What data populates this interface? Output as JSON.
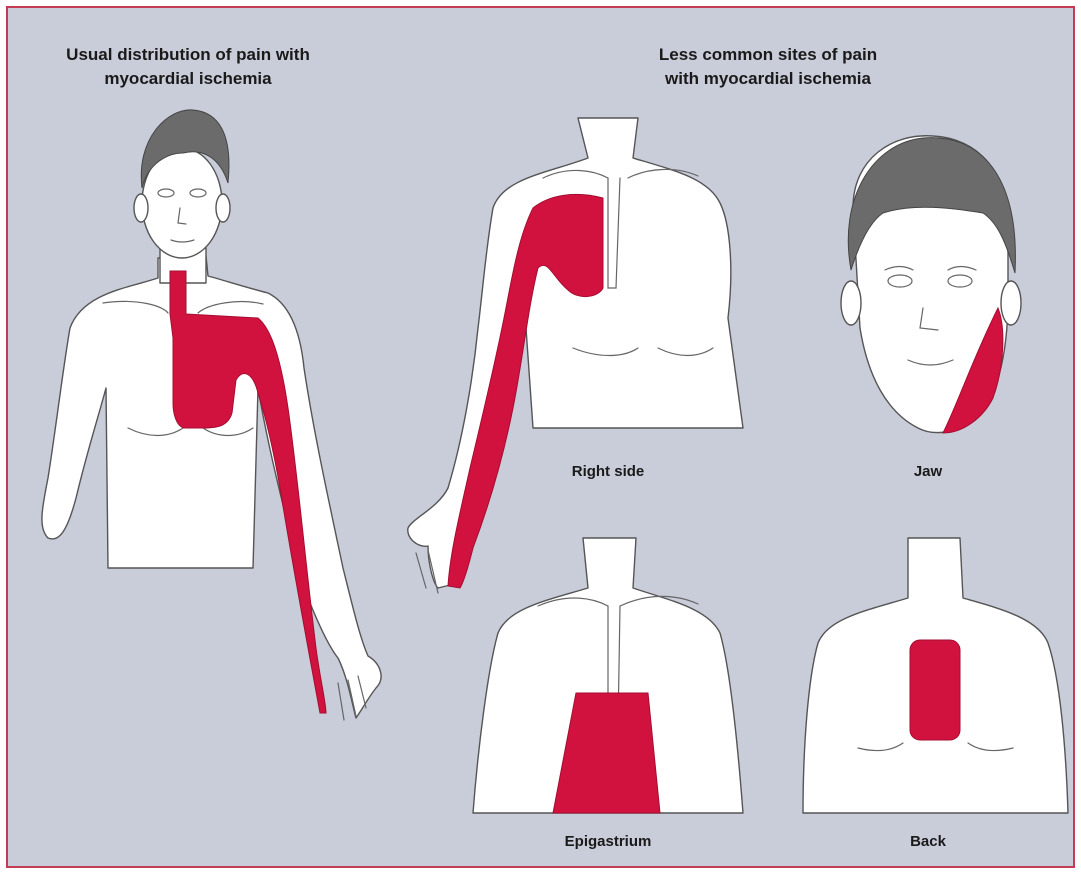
{
  "headings": {
    "usual": {
      "line1": "Usual distribution of pain with",
      "line2": "myocardial ischemia"
    },
    "less_common": {
      "line1": "Less common sites  of pain",
      "line2": "with myocardial ischemia"
    }
  },
  "captions": {
    "right_side": "Right side",
    "jaw": "Jaw",
    "epigastrium": "Epigastrium",
    "back": "Back"
  },
  "colors": {
    "pain": "#d1123f",
    "skin": "#ffffff",
    "hair": "#6b6b6b",
    "background": "#c9ccd9",
    "outline": "#555555"
  }
}
